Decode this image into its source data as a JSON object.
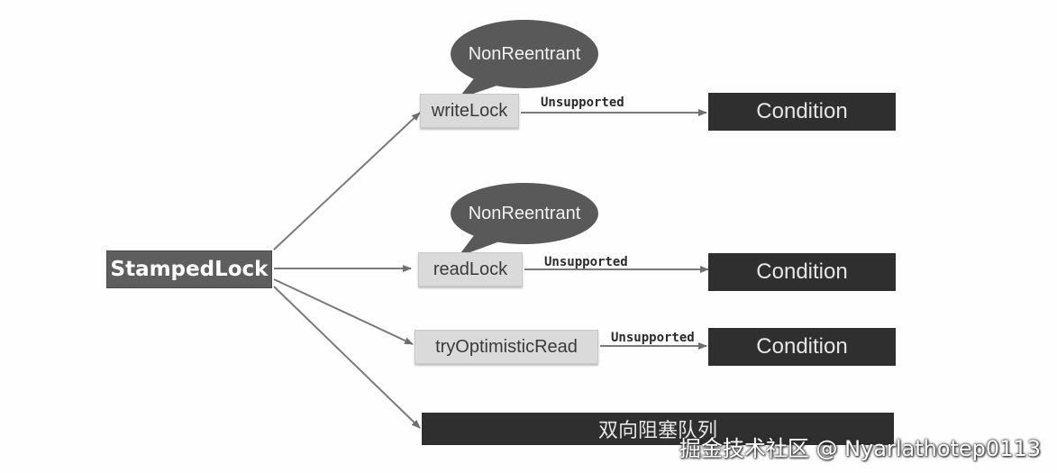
{
  "diagram": {
    "root": {
      "label": "StampedLock"
    },
    "branches": [
      {
        "label": "writeLock",
        "bubble": "NonReentrant",
        "edge": "Unsupported",
        "target": "Condition"
      },
      {
        "label": "readLock",
        "bubble": "NonReentrant",
        "edge": "Unsupported",
        "target": "Condition"
      },
      {
        "label": "tryOptimisticRead",
        "edge": "Unsupported",
        "target": "Condition"
      }
    ],
    "queue": {
      "label": "双向阻塞队列"
    }
  },
  "watermark": "掘金技术社区 @ Nyarlathotep0113",
  "colors": {
    "root_fill": "#5e5e5e",
    "method_fill": "#dadada",
    "target_fill": "#2f2f2f",
    "bubble_fill": "#595959",
    "arrow": "#7a7a7a"
  }
}
